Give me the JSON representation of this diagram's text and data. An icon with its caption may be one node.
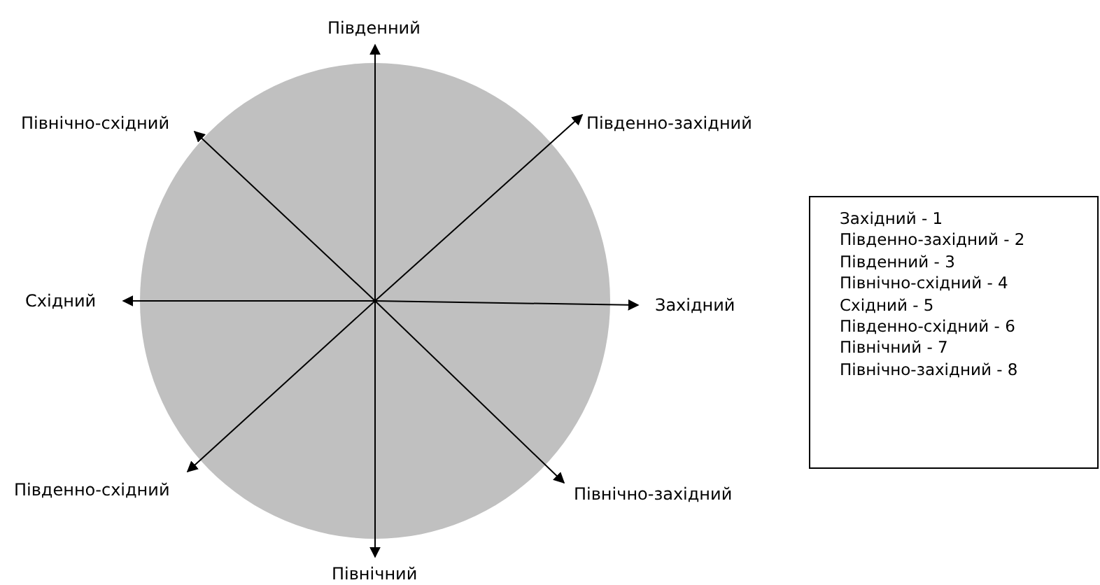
{
  "diagram": {
    "nodes": [
      {
        "text": [
          "Південний"
        ]
      },
      {
        "text": [
          "Північно-східний"
        ]
      },
      {
        "text": [
          "Південно-західний"
        ]
      },
      {
        "text": [
          "Східний"
        ]
      },
      {
        "text": [
          "Західний"
        ]
      },
      {
        "text": [
          "Південно-східний"
        ]
      },
      {
        "text": [
          "Північно-західний"
        ]
      },
      {
        "text": [
          "Північний"
        ]
      },
      {
        "text": [
          "Західний -  1",
          "Південно-західний - 2",
          "Південний - 3",
          "Північно-східний - 4",
          "Східний - 5",
          "Південно-східний - 6",
          "Північний - 7",
          "Північно-західний -  8"
        ]
      }
    ],
    "edges": [
      {
        "from": null,
        "to": 0,
        "arrow": "to"
      },
      {
        "from": null,
        "to": 1,
        "arrow": "to"
      },
      {
        "from": null,
        "to": 2,
        "arrow": "to"
      },
      {
        "from": null,
        "to": 3,
        "arrow": "to"
      },
      {
        "from": null,
        "to": 4,
        "arrow": "to"
      },
      {
        "from": null,
        "to": 5,
        "arrow": "to"
      },
      {
        "from": null,
        "to": 6,
        "arrow": "to"
      },
      {
        "from": null,
        "to": 7,
        "arrow": "to"
      }
    ]
  }
}
